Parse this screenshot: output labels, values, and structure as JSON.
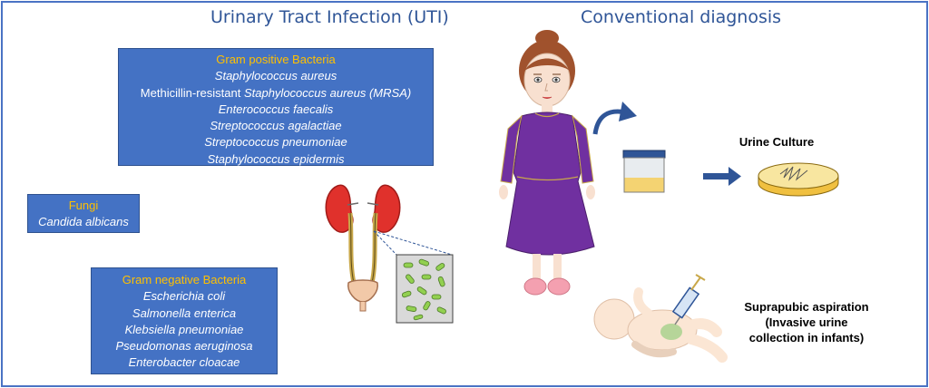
{
  "headings": {
    "uti": "Urinary Tract Infection (UTI)",
    "diagnosis": "Conventional diagnosis"
  },
  "gram_positive": {
    "title": "Gram positive Bacteria",
    "items": [
      {
        "prefix": "",
        "italic": "Staphylococcus aureus"
      },
      {
        "prefix": "Methicillin-resistant ",
        "italic": "Staphylococcus aureus (MRSA)"
      },
      {
        "prefix": "",
        "italic": "Enterococcus faecalis"
      },
      {
        "prefix": "",
        "italic": "Streptococcus agalactiae"
      },
      {
        "prefix": "",
        "italic": "Streptococcus pneumoniae"
      },
      {
        "prefix": "",
        "italic": "Staphylococcus  epidermis"
      }
    ]
  },
  "fungi": {
    "title": "Fungi",
    "items": [
      {
        "prefix": "",
        "italic": "Candida albicans"
      }
    ]
  },
  "gram_negative": {
    "title": "Gram negative Bacteria",
    "items": [
      {
        "prefix": "",
        "italic": "Escherichia coli"
      },
      {
        "prefix": "",
        "italic": "Salmonella enterica"
      },
      {
        "prefix": "",
        "italic": "Klebsiella pneumoniae"
      },
      {
        "prefix": "",
        "italic": "Pseudomonas aeruginosa"
      },
      {
        "prefix": "",
        "italic": "Enterobacter cloacae"
      }
    ]
  },
  "labels": {
    "urine_culture": "Urine Culture",
    "suprapubic_1": "Suprapubic aspiration",
    "suprapubic_2": "(Invasive urine",
    "suprapubic_3": "collection in infants)"
  },
  "colors": {
    "frame": "#4a73c4",
    "heading": "#2f5597",
    "box_fill": "#4472c4",
    "box_title": "#ffc000",
    "dress": "#7030a0",
    "arrow": "#2f5597",
    "bacteria": "#92d050"
  }
}
